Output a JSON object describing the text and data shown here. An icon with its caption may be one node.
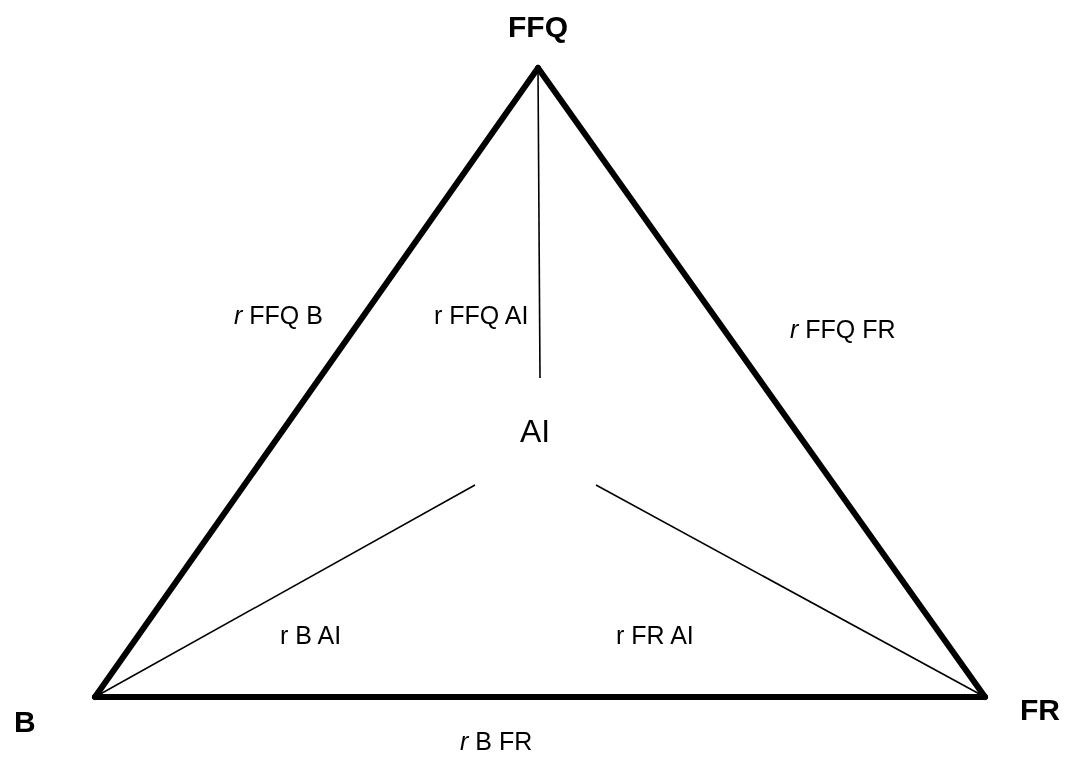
{
  "diagram": {
    "nodes": [
      {
        "text": [
          "FFQ"
        ]
      },
      {
        "text": [
          "B"
        ]
      },
      {
        "text": [
          "FR"
        ]
      },
      {
        "text": [
          "AI"
        ]
      }
    ],
    "edges": [
      {
        "from": 0,
        "to": 1,
        "arrow": "none",
        "style": "thick",
        "label": "*r* FFQ B"
      },
      {
        "from": 0,
        "to": 2,
        "arrow": "none",
        "style": "thick",
        "label": "*r* FFQ FR"
      },
      {
        "from": 1,
        "to": 2,
        "arrow": "none",
        "style": "thick",
        "label": "*r* B FR"
      },
      {
        "from": 0,
        "to": 3,
        "arrow": "none",
        "label": "r FFQ AI"
      },
      {
        "from": 1,
        "to": 3,
        "arrow": "none",
        "label": "r B AI"
      },
      {
        "from": 2,
        "to": 3,
        "arrow": "none",
        "label": "r FR AI"
      }
    ]
  }
}
